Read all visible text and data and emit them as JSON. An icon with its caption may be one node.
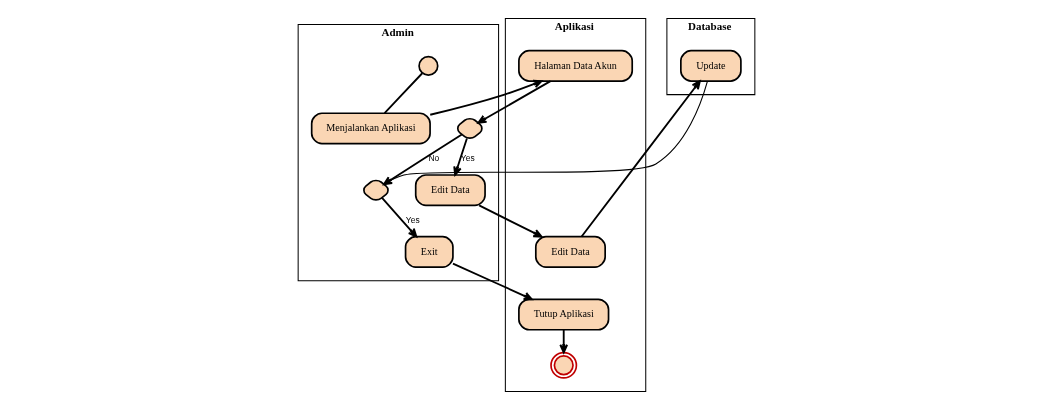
{
  "diagram": {
    "nodes": [
      {
        "text": [
          "Admin"
        ]
      },
      {
        "text": [
          "Aplikasi"
        ]
      },
      {
        "text": [
          "Database"
        ]
      },
      {
        "text": [],
        "shape": "circle",
        "in": 0
      },
      {
        "text": [
          "Menjalankan Aplikasi"
        ],
        "in": 0
      },
      {
        "text": [],
        "shape": "diamond",
        "in": 0
      },
      {
        "text": [
          "Edit Data"
        ],
        "in": 0
      },
      {
        "text": [],
        "shape": "diamond",
        "in": 0
      },
      {
        "text": [
          "Exit"
        ],
        "in": 0
      },
      {
        "text": [
          "Halaman Data Akun"
        ],
        "in": 1
      },
      {
        "text": [
          "Edit Data"
        ],
        "in": 1
      },
      {
        "text": [
          "Tutup Aplikasi"
        ],
        "in": 1
      },
      {
        "text": [],
        "shape": "circle",
        "in": 1
      },
      {
        "text": [
          "Update"
        ],
        "in": 2
      }
    ],
    "edges": [
      {
        "from": 3,
        "to": 4,
        "arrow": "none"
      },
      {
        "from": 4,
        "to": 9,
        "arrow": "to"
      },
      {
        "from": 9,
        "to": 5,
        "arrow": "to"
      },
      {
        "from": 5,
        "to": 6,
        "arrow": "to",
        "label": "Yes"
      },
      {
        "from": 5,
        "to": 7,
        "arrow": "to",
        "label": "No"
      },
      {
        "from": 6,
        "to": 10,
        "arrow": "to"
      },
      {
        "from": 10,
        "to": 13,
        "arrow": "to"
      },
      {
        "from": 13,
        "to": 7,
        "arrow": "none"
      },
      {
        "from": 7,
        "to": 8,
        "arrow": "to",
        "label": "Yes"
      },
      {
        "from": 8,
        "to": 11,
        "arrow": "to"
      },
      {
        "from": 11,
        "to": 12,
        "arrow": "to"
      }
    ]
  }
}
